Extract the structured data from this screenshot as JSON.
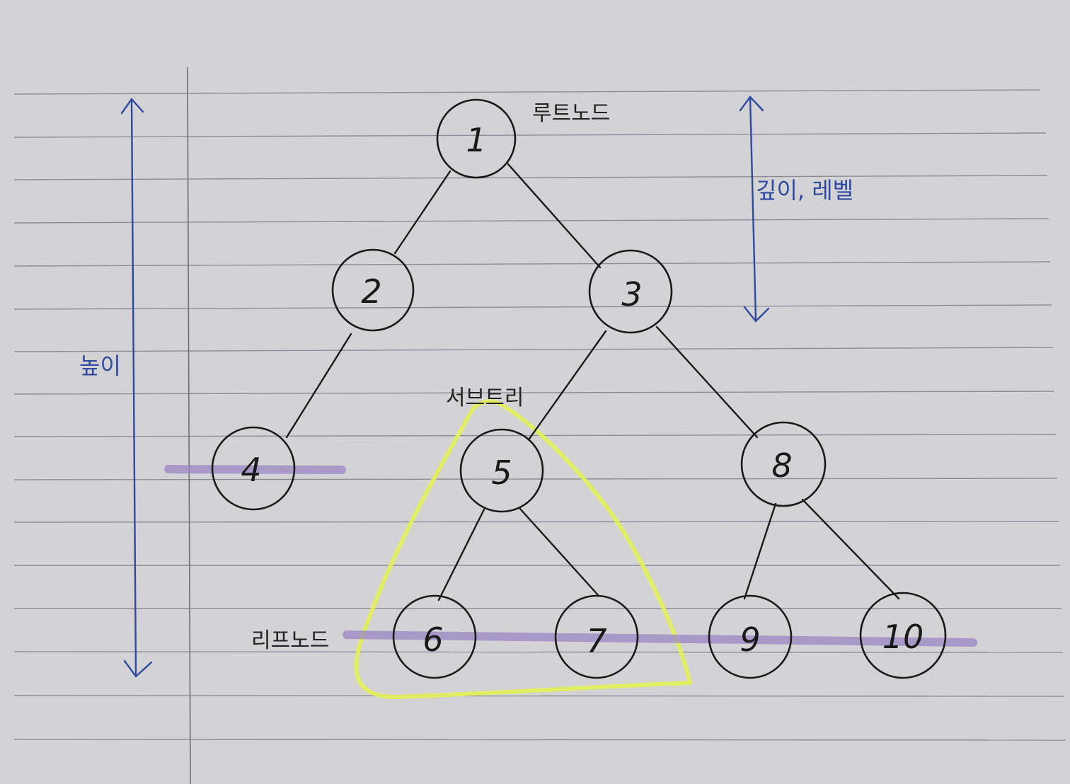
{
  "colors": {
    "paper": "#d3d3d6",
    "rule_line": "#8b8e96",
    "ink": "#1a1a1a",
    "pen_blue": "#2f4aa0",
    "highlight_purple": "#9b86c4",
    "highlight_yellow": "#e2ef55"
  },
  "labels": {
    "root_node": "루트노드",
    "depth_level": "깊이, 레벨",
    "height": "높이",
    "subtree": "서브트리",
    "leaf_node": "리프노드"
  },
  "tree": {
    "nodes": [
      {
        "id": "1",
        "label": "1"
      },
      {
        "id": "2",
        "label": "2"
      },
      {
        "id": "3",
        "label": "3"
      },
      {
        "id": "4",
        "label": "4"
      },
      {
        "id": "5",
        "label": "5"
      },
      {
        "id": "6",
        "label": "6"
      },
      {
        "id": "7",
        "label": "7"
      },
      {
        "id": "8",
        "label": "8"
      },
      {
        "id": "9",
        "label": "9"
      },
      {
        "id": "10",
        "label": "10"
      }
    ],
    "edges": [
      [
        "1",
        "2"
      ],
      [
        "1",
        "3"
      ],
      [
        "2",
        "4"
      ],
      [
        "3",
        "5"
      ],
      [
        "3",
        "8"
      ],
      [
        "5",
        "6"
      ],
      [
        "5",
        "7"
      ],
      [
        "8",
        "9"
      ],
      [
        "8",
        "10"
      ]
    ]
  }
}
